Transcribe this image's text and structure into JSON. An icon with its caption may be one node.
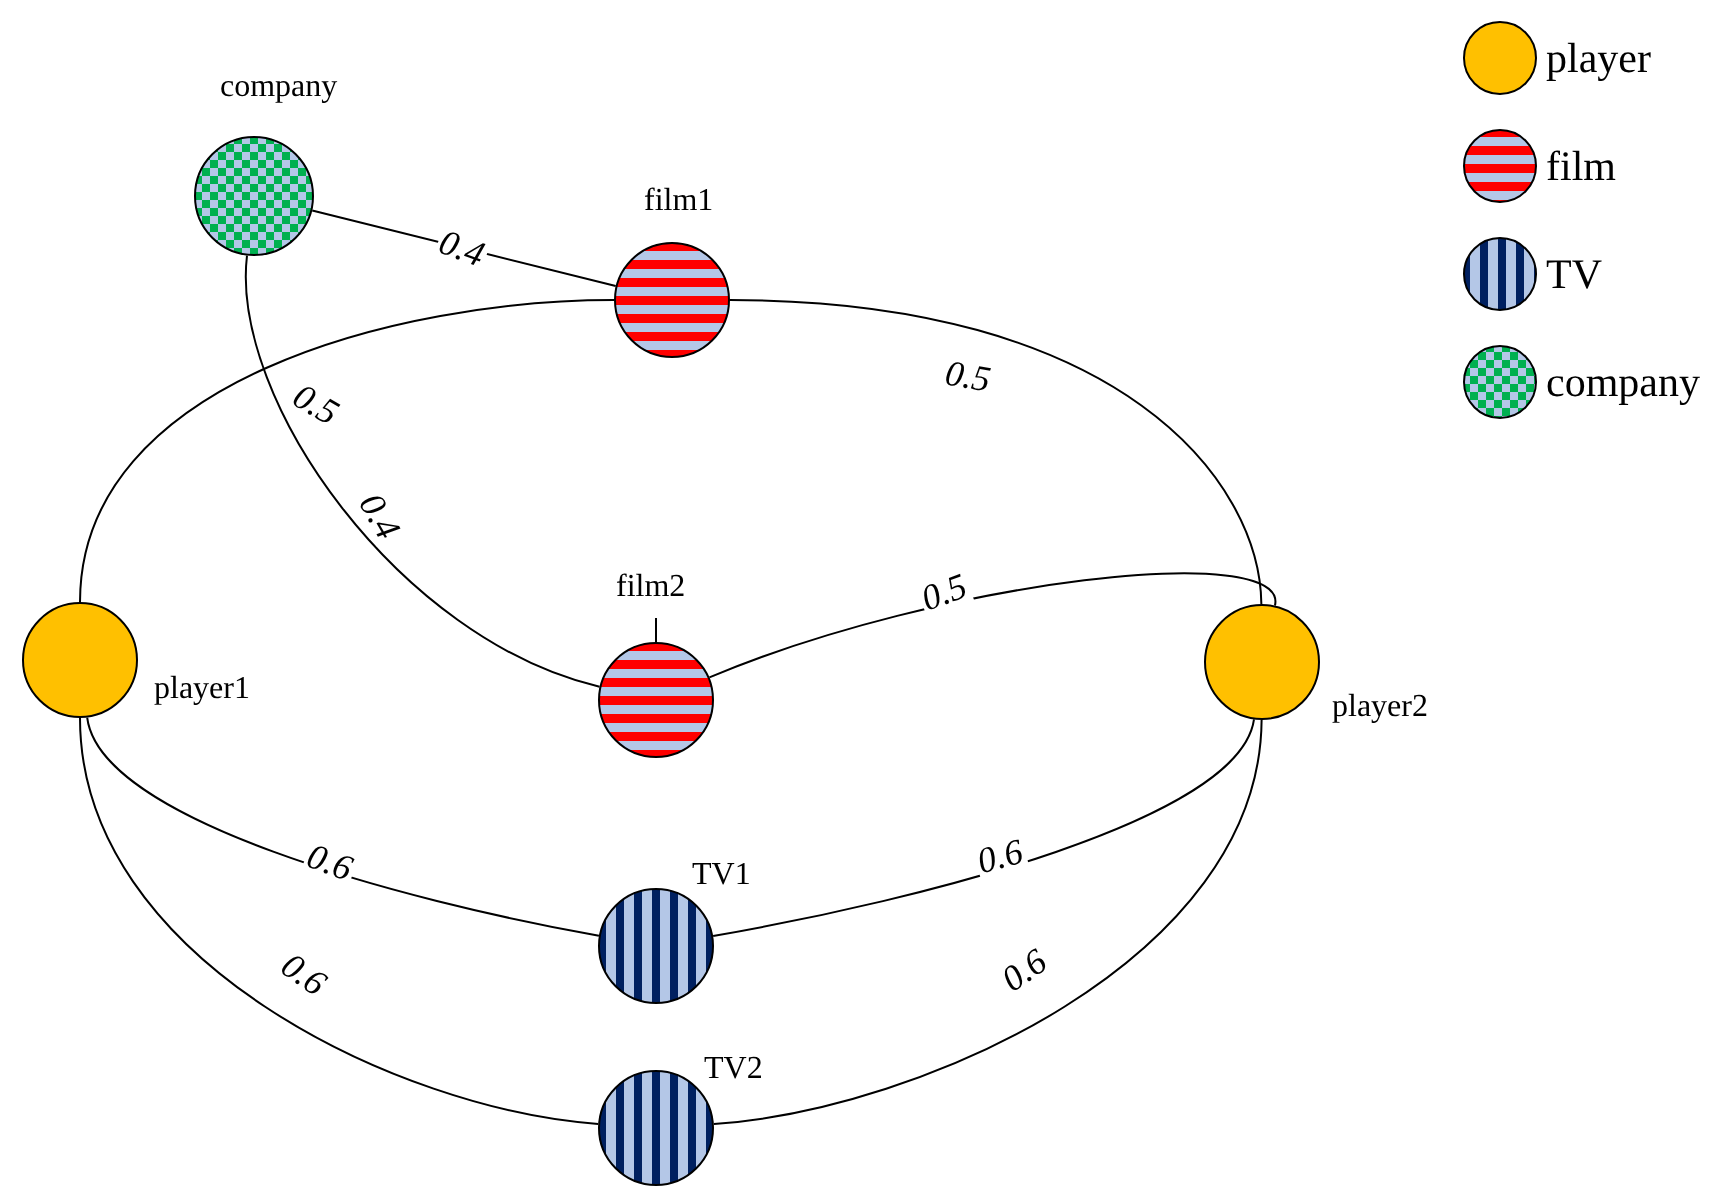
{
  "diagram": {
    "nodes": [
      {
        "text": [
          "company"
        ]
      },
      {
        "text": [
          "film1"
        ]
      },
      {
        "text": [
          "film2"
        ]
      },
      {
        "text": [
          "player1"
        ]
      },
      {
        "text": [
          "player2"
        ]
      },
      {
        "text": [
          "TV1"
        ]
      },
      {
        "text": [
          "TV2"
        ]
      }
    ],
    "edges": [
      {
        "from": 0,
        "to": 1,
        "arrow": "none",
        "label": "0.4"
      },
      {
        "from": 0,
        "to": 2,
        "arrow": "none",
        "label": "0.4"
      },
      {
        "from": 3,
        "to": 1,
        "arrow": "none",
        "label": "0.5"
      },
      {
        "from": 1,
        "to": 4,
        "arrow": "none",
        "label": "0.5"
      },
      {
        "from": 2,
        "to": 4,
        "arrow": "none",
        "label": "0.5"
      },
      {
        "from": 3,
        "to": 5,
        "arrow": "none",
        "label": "0.6"
      },
      {
        "from": 5,
        "to": 4,
        "arrow": "none",
        "label": "0.6"
      },
      {
        "from": 3,
        "to": 6,
        "arrow": "none",
        "label": "0.6"
      },
      {
        "from": 6,
        "to": 4,
        "arrow": "none",
        "label": "0.6"
      }
    ],
    "legend": [
      {
        "text": "player",
        "color": "#ffc000"
      },
      {
        "text": "film"
      },
      {
        "text": "TV"
      },
      {
        "text": "company"
      }
    ]
  }
}
